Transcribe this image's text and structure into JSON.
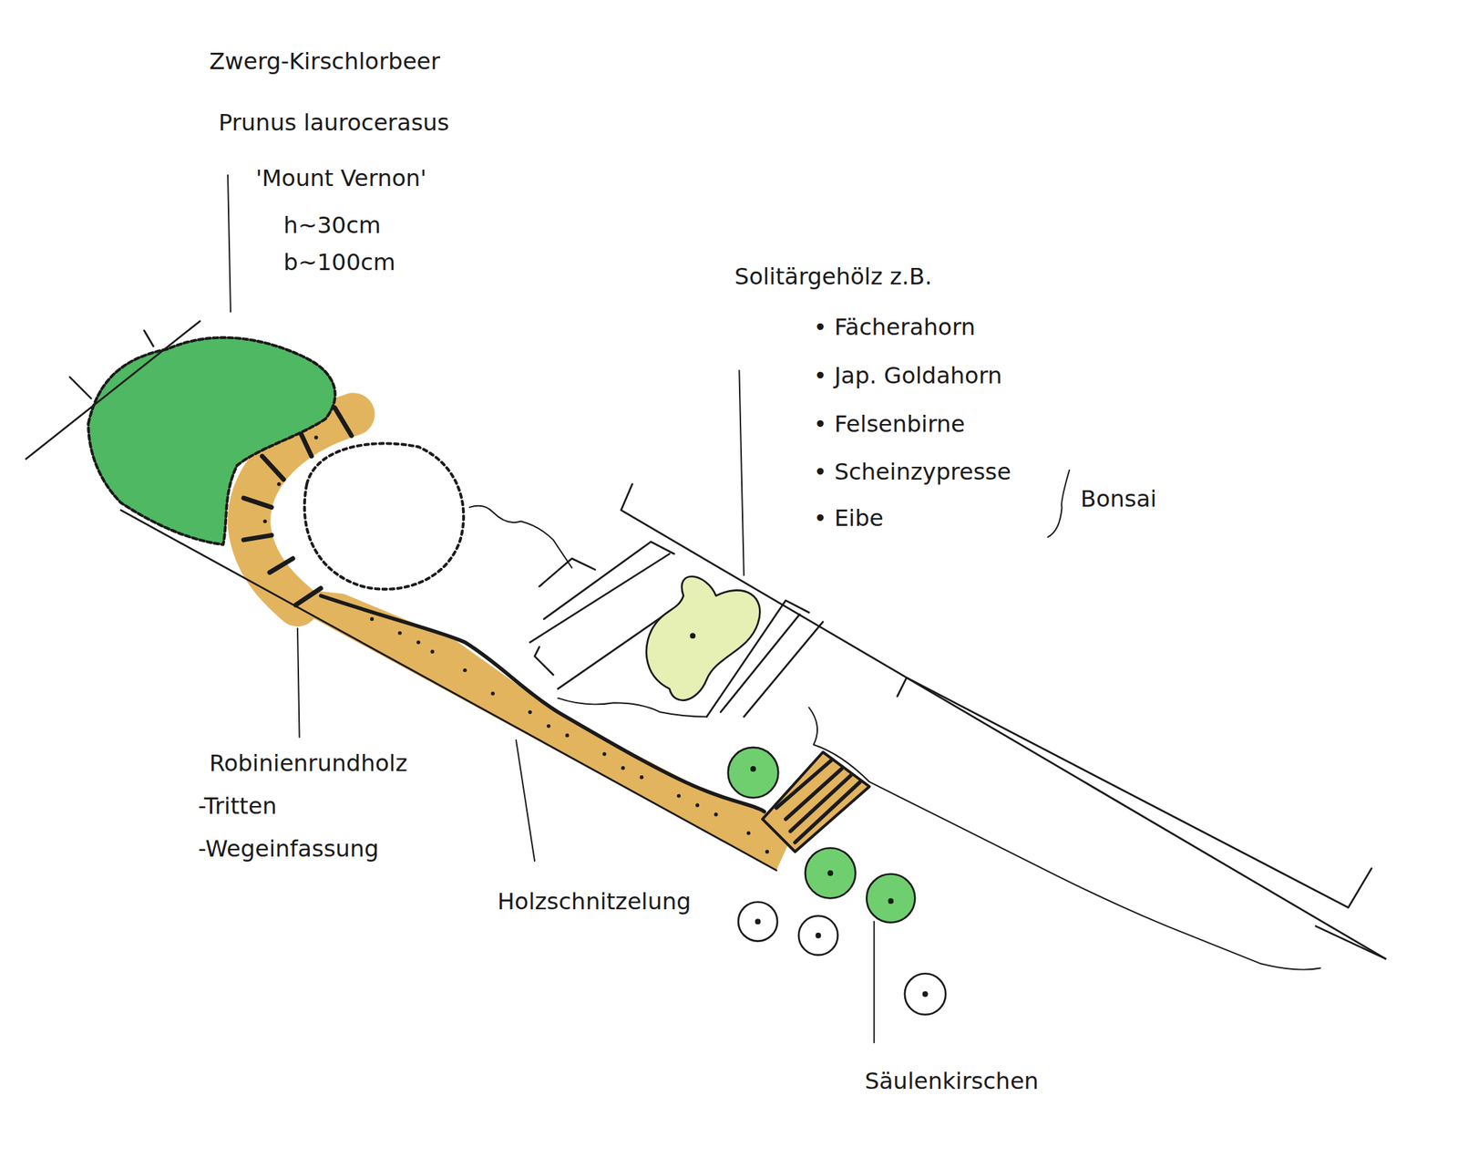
{
  "diagram": {
    "labels": [
      "Zwerg-Kirschlorbeer",
      "Prunus laurocerasus",
      "'Mount Vernon'",
      "h~30cm",
      "b~100cm",
      "Solitärgehölz z.B.",
      "• Fächerahorn",
      "• Jap. Goldahorn",
      "• Felsenbirne",
      "• Scheinzypresse",
      "• Eibe",
      "Bonsai",
      "Robinienrundholz",
      "-Tritten",
      "-Wegeinfassung",
      "Holzschnitzelung",
      "Säulenkirschen"
    ]
  }
}
